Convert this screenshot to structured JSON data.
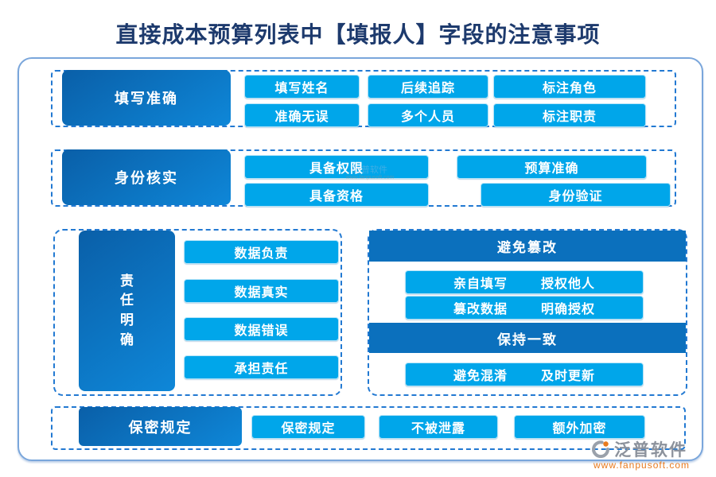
{
  "title": "直接成本预算列表中【填报人】字段的注意事项",
  "colors": {
    "title_text": "#1d3a6d",
    "outer_border": "#7aa6db",
    "dashed_border": "#2279d2",
    "plate_gradient_start": "#0a5fa8",
    "plate_gradient_end": "#0e87d8",
    "chip_fill": "#00a6ea",
    "subheader_fill": "#0b70bd",
    "logo_grey": "#8c929c",
    "logo_orange": "#e87a1e"
  },
  "sections": {
    "accuracy": {
      "label": "填写准确",
      "buttons": [
        "填写姓名",
        "后续追踪",
        "标注角色",
        "准确无误",
        "多个人员",
        "标注职责"
      ]
    },
    "identity": {
      "label": "身份核实",
      "buttons": [
        "具备权限",
        "预算准确",
        "具备资格",
        "身份验证"
      ]
    },
    "responsibility": {
      "label": "责任明确",
      "buttons": [
        "数据负责",
        "数据真实",
        "数据错误",
        "承担责任"
      ]
    },
    "tamper": {
      "header": "避免篡改",
      "pairs": [
        [
          "亲自填写",
          "授权他人"
        ],
        [
          "篡改数据",
          "明确授权"
        ]
      ]
    },
    "consistency": {
      "header": "保持一致",
      "pairs": [
        [
          "避免混淆",
          "及时更新"
        ]
      ]
    },
    "secrecy": {
      "label": "保密规定",
      "buttons": [
        "保密规定",
        "不被泄露",
        "额外加密"
      ]
    }
  },
  "watermark": {
    "name": "泛普软件",
    "url": "www.fanpusoft.com"
  },
  "logo": {
    "name": "泛普软件",
    "url": "www.fanpusoft.com"
  }
}
